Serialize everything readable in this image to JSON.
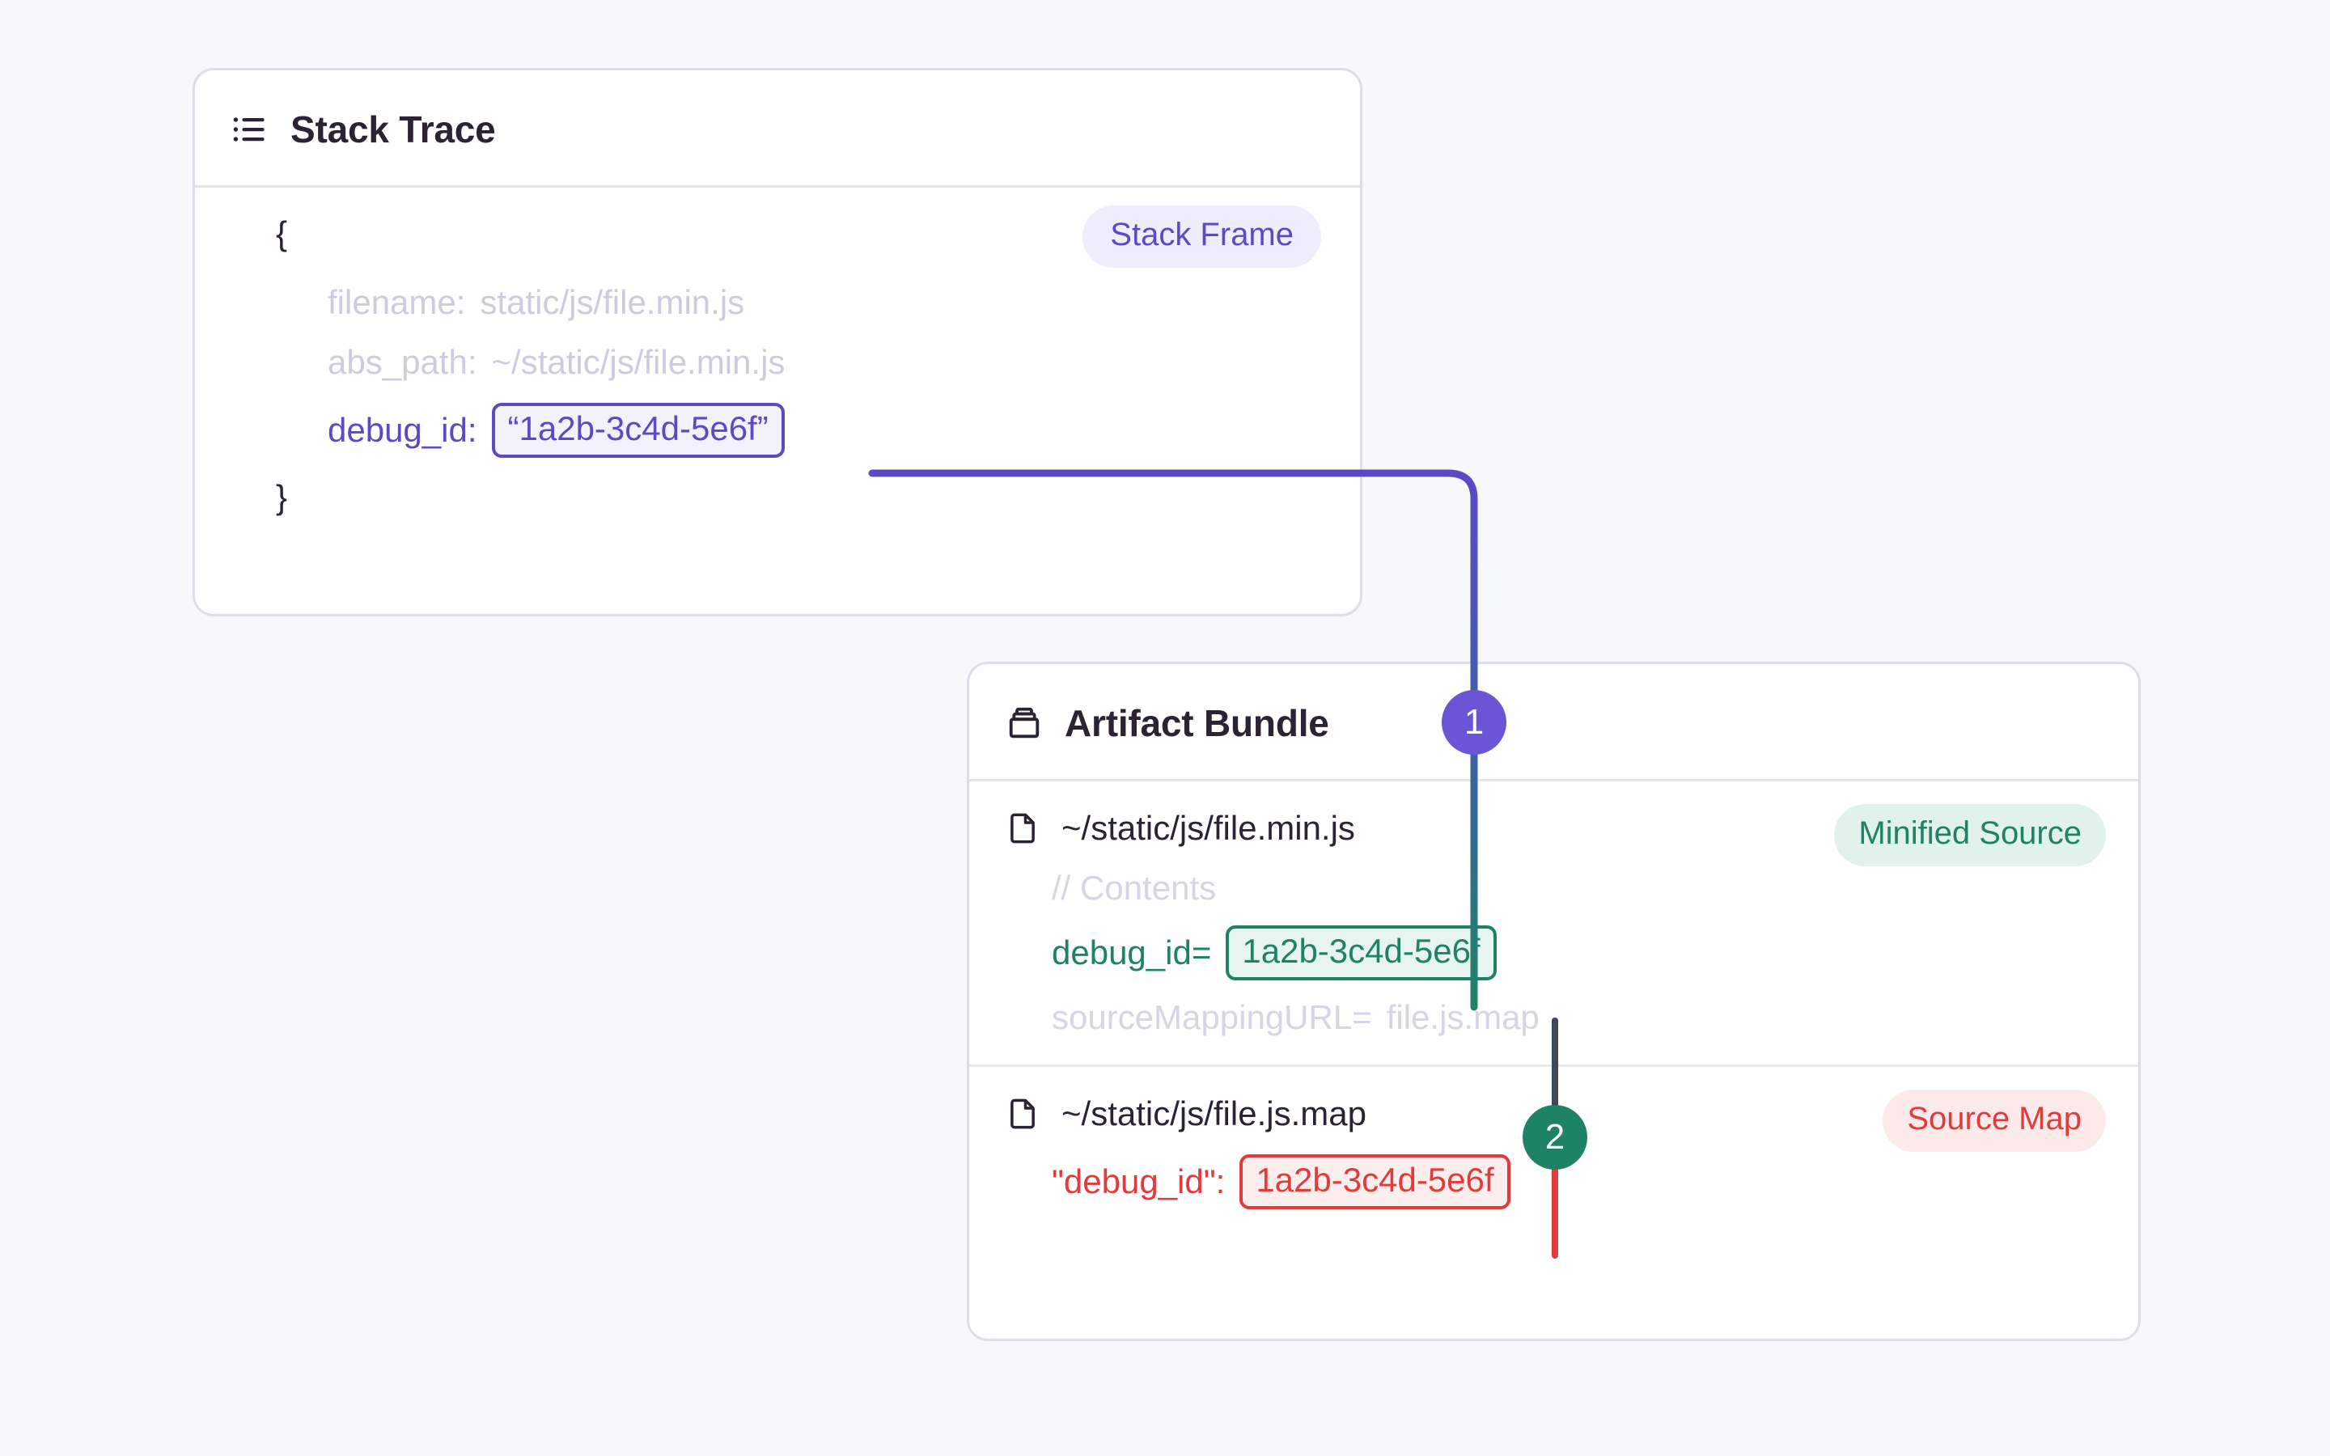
{
  "canvas": {
    "background_color": "#F7F8FA"
  },
  "colors": {
    "purple": "#5B4AC4",
    "purple_marker": "#6B55D6",
    "green": "#1E8266",
    "red": "#E23B3B",
    "muted_text": "#CFCBDF",
    "card_border": "#DEDCE8",
    "title_text": "#2B2233"
  },
  "stack_trace_card": {
    "icon": "list-icon",
    "title": "Stack Trace",
    "badge": "Stack Frame",
    "open_brace": "{",
    "close_brace": "}",
    "fields": [
      {
        "key": "filename:",
        "value": "static/js/file.min.js",
        "highlighted": false
      },
      {
        "key": "abs_path:",
        "value": "~/static/js/file.min.js",
        "highlighted": false
      },
      {
        "key": "debug_id:",
        "value": "“1a2b-3c4d-5e6f”",
        "highlighted": true
      }
    ]
  },
  "artifact_bundle_card": {
    "icon": "archive-icon",
    "title": "Artifact Bundle",
    "files": [
      {
        "icon": "file-icon",
        "name": "~/static/js/file.min.js",
        "badge": "Minified Source",
        "badge_kind": "green",
        "lines": [
          {
            "key": "// Contents",
            "value": "",
            "style": "muted",
            "chip": false
          },
          {
            "key": "debug_id=",
            "value": "1a2b-3c4d-5e6f",
            "style": "green",
            "chip": true
          },
          {
            "key": "sourceMappingURL=",
            "value": "file.js.map",
            "style": "muted",
            "chip": false
          }
        ]
      },
      {
        "icon": "file-icon",
        "name": "~/static/js/file.js.map",
        "badge": "Source Map",
        "badge_kind": "red",
        "lines": [
          {
            "key": "\"debug_id\":",
            "value": "1a2b-3c4d-5e6f",
            "style": "red",
            "chip": true
          }
        ]
      }
    ]
  },
  "step_markers": [
    {
      "label": "1",
      "color": "#6B55D6"
    },
    {
      "label": "2",
      "color": "#1E8266"
    }
  ]
}
